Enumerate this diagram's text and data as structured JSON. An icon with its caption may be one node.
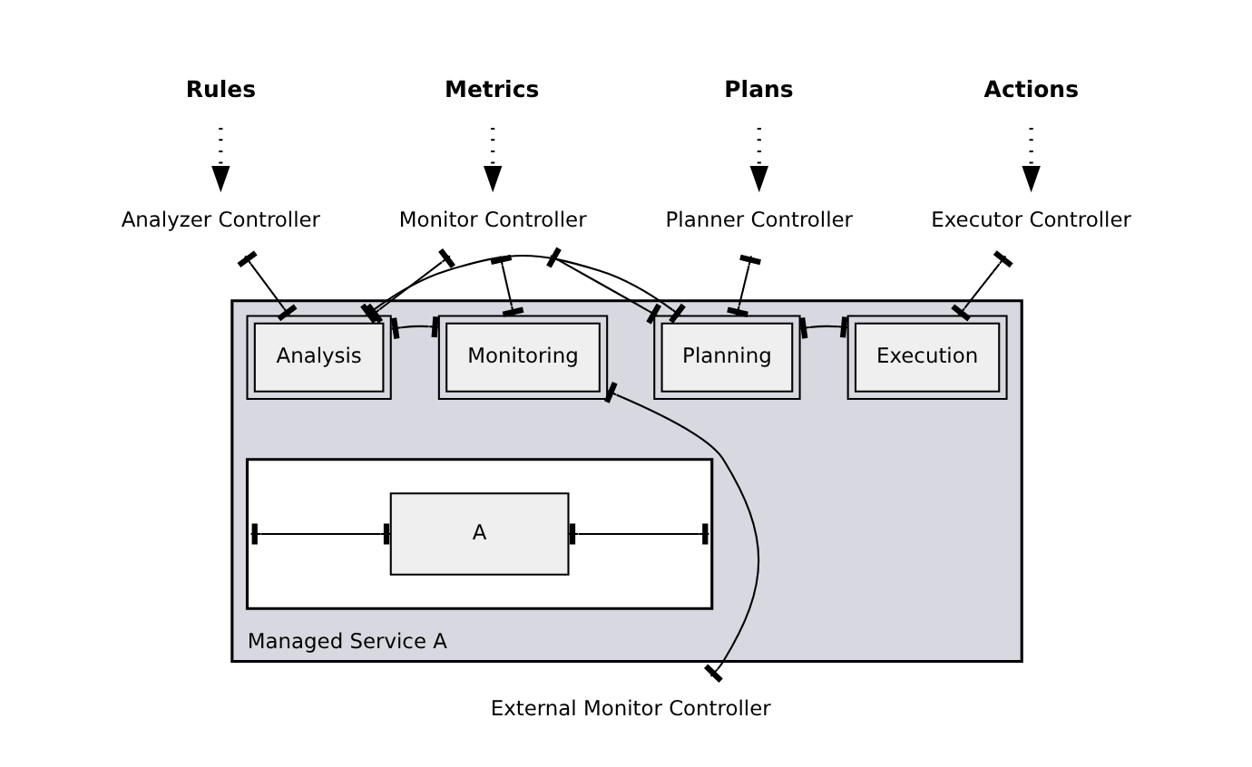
{
  "diagram": {
    "nodes": [
      {
        "text": [
          "Metrics"
        ]
      },
      {
        "text": [
          "Rules"
        ]
      },
      {
        "text": [
          "Plans"
        ]
      },
      {
        "text": [
          "Actions"
        ]
      },
      {
        "text": [
          "Monitor Controller"
        ]
      },
      {
        "text": [
          "Analyzer Controller"
        ]
      },
      {
        "text": [
          "Planner Controller"
        ]
      },
      {
        "text": [
          "Executor Controller"
        ]
      },
      {
        "text": [
          "Managed Service A"
        ]
      },
      {
        "text": [
          "Monitoring"
        ],
        "in": 8
      },
      {
        "text": [
          "Analysis"
        ],
        "in": 8
      },
      {
        "text": [
          "Planning"
        ],
        "in": 8
      },
      {
        "text": [
          "Execution"
        ],
        "in": 8
      },
      {
        "text": [],
        "shape": "box",
        "in": 8
      },
      {
        "text": [
          "A"
        ],
        "in": 13
      },
      {
        "text": [
          "External Monitor Controller"
        ]
      }
    ],
    "edges": [
      {
        "from": 0,
        "to": 4,
        "arrow": "to",
        "style": "dashed"
      },
      {
        "from": 1,
        "to": 5,
        "arrow": "to",
        "style": "dashed"
      },
      {
        "from": 2,
        "to": 6,
        "arrow": "to",
        "style": "dashed"
      },
      {
        "from": 3,
        "to": 7,
        "arrow": "to",
        "style": "dashed"
      },
      {
        "from": 4,
        "to": 9,
        "arrow": "other"
      },
      {
        "from": 5,
        "to": 10,
        "arrow": "other"
      },
      {
        "from": 6,
        "to": 11,
        "arrow": "other"
      },
      {
        "from": 7,
        "to": 12,
        "arrow": "other"
      },
      {
        "from": 9,
        "to": 10,
        "arrow": "other"
      },
      {
        "from": 10,
        "to": 11,
        "arrow": "other"
      },
      {
        "from": 11,
        "to": 12,
        "arrow": "other"
      },
      {
        "from": 10,
        "to": 4,
        "arrow": "other"
      },
      {
        "from": 11,
        "to": 4,
        "arrow": "other"
      },
      {
        "from": 9,
        "to": 15,
        "arrow": "other"
      },
      {
        "from": 13,
        "to": 14,
        "arrow": "other"
      },
      {
        "from": 14,
        "to": 13,
        "arrow": "other"
      }
    ]
  }
}
